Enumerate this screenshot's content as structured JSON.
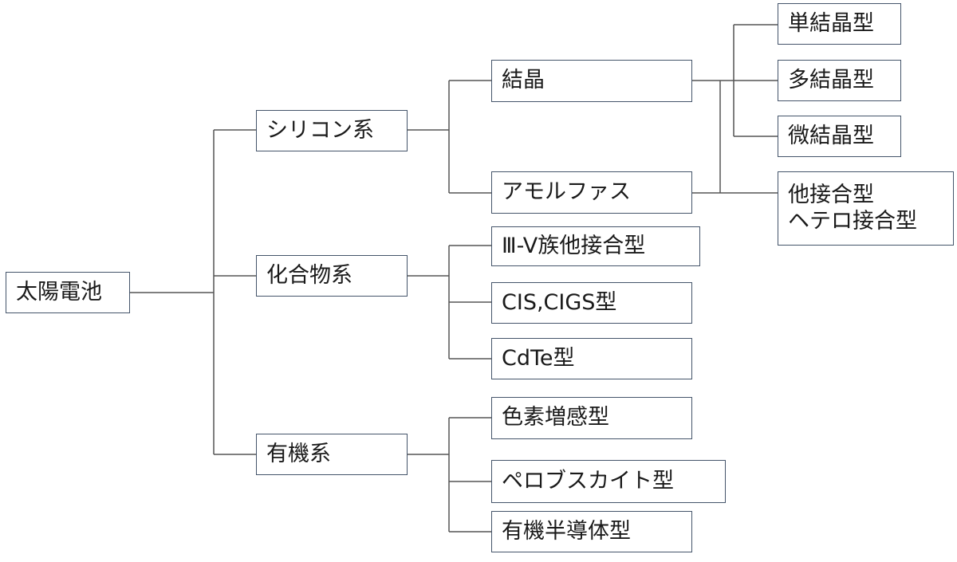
{
  "diagram": {
    "root": {
      "label": "太陽電池"
    },
    "categories": {
      "silicon": {
        "label": "シリコン系"
      },
      "compound": {
        "label": "化合物系"
      },
      "organic": {
        "label": "有機系"
      }
    },
    "silicon_types": {
      "crystal": {
        "label": "結晶"
      },
      "amorphous": {
        "label": "アモルファス"
      }
    },
    "crystal_types": {
      "mono": {
        "label": "単結晶型"
      },
      "poly": {
        "label": "多結晶型"
      },
      "micro": {
        "label": "微結晶型"
      },
      "hetero": {
        "line1": "他接合型",
        "line2": "ヘテロ接合型"
      }
    },
    "compound_types": {
      "iii_v": {
        "label": "Ⅲ-V族他接合型"
      },
      "cis": {
        "label": "CIS,CIGS型"
      },
      "cdte": {
        "label": "CdTe型"
      }
    },
    "organic_types": {
      "dye": {
        "label": "色素増感型"
      },
      "perovskite": {
        "label": "ペロブスカイト型"
      },
      "semiconductor": {
        "label": "有機半導体型"
      }
    }
  }
}
